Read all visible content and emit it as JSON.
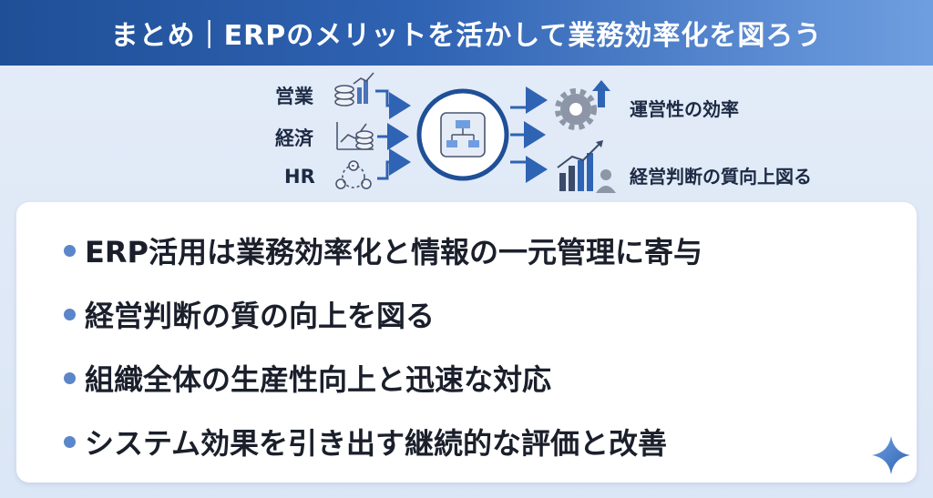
{
  "header": {
    "title": "まとめ｜ERPのメリットを活かして業務効率化を図ろう"
  },
  "diagram": {
    "inputs": [
      {
        "label": "営業",
        "icon": "coins-chart-icon"
      },
      {
        "label": "経済",
        "icon": "chart-coins-icon"
      },
      {
        "label": "HR",
        "icon": "people-network-icon"
      }
    ],
    "hub_icon": "erp-system-icon",
    "outputs": [
      {
        "label": "運営性の効率",
        "icon": "gear-arrow-icon"
      },
      {
        "label": "経営判断の質向上図る",
        "icon": "growth-chart-person-icon"
      }
    ]
  },
  "summary": {
    "points": [
      "ERP活用は業務効率化と情報の一元管理に寄与",
      "経営判断の質の向上を図る",
      "組織全体の生産性向上と迅速な対応",
      "システム効果を引き出す継続的な評価と改善"
    ]
  },
  "colors": {
    "header_dark": "#1f4f97",
    "header_light": "#6f9ee0",
    "accent": "#2f63b3",
    "bullet": "#5b86c9"
  }
}
